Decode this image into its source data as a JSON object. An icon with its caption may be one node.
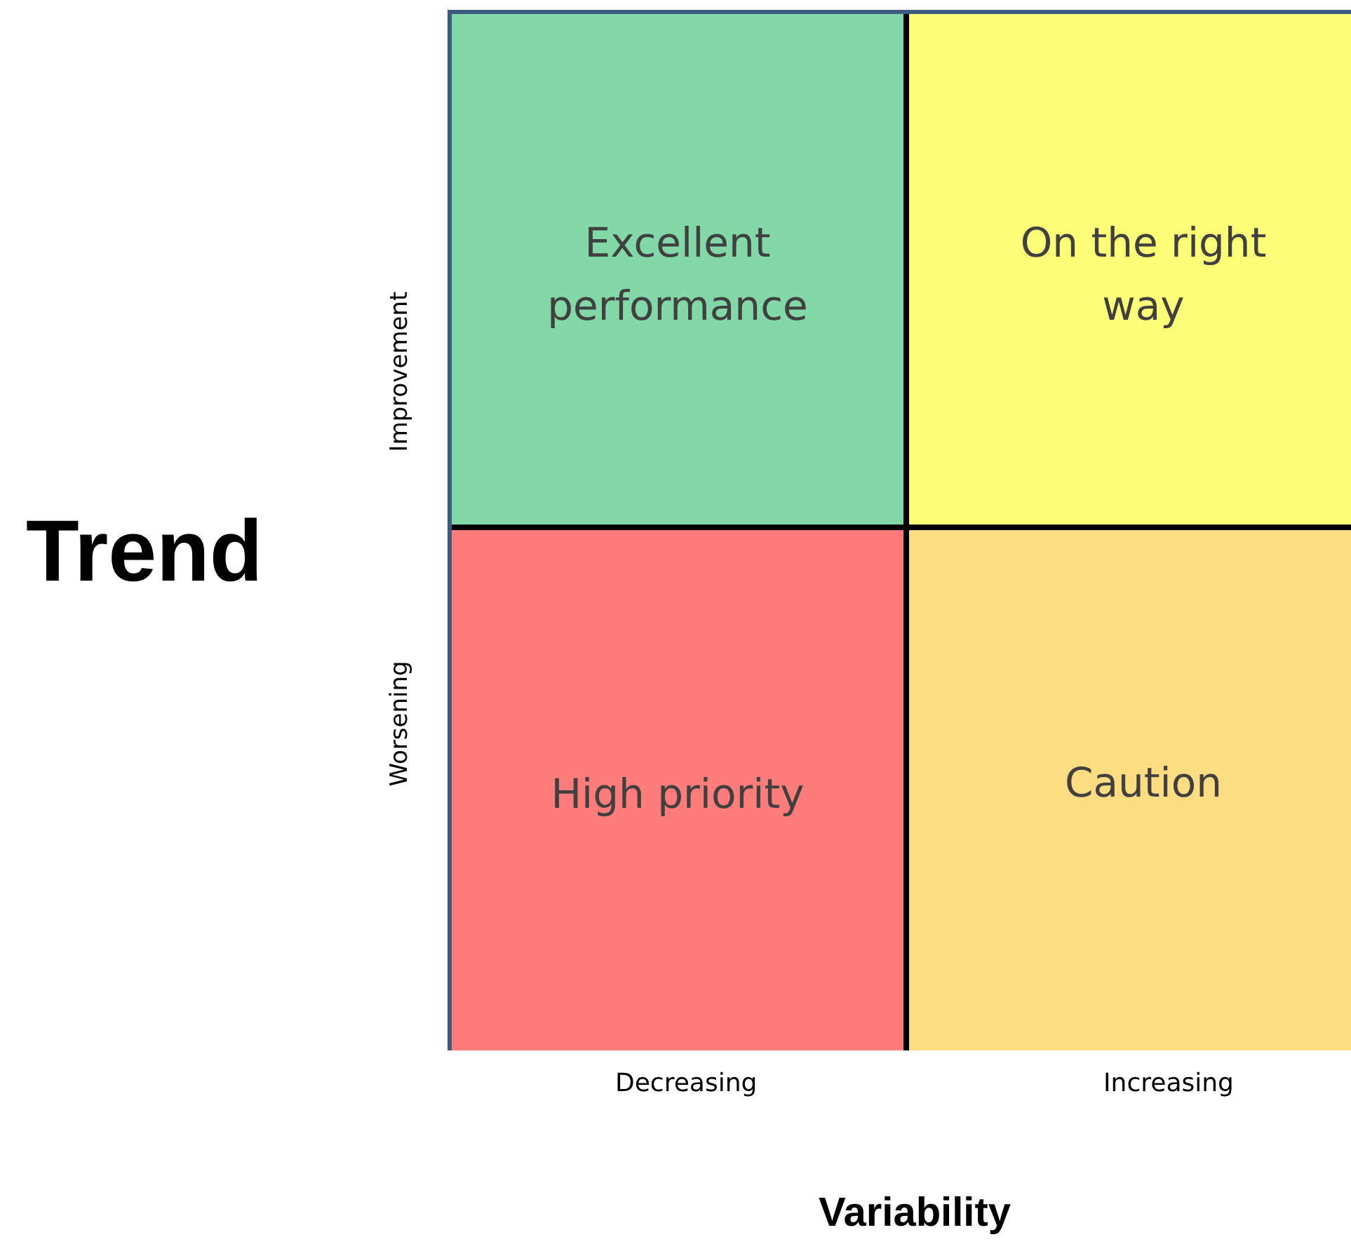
{
  "diagram": {
    "nodes": [
      {
        "text": [
          "Excellent performance"
        ]
      },
      {
        "text": [
          "On the right way"
        ]
      },
      {
        "text": [
          "High priority"
        ]
      },
      {
        "text": [
          "Caution"
        ]
      }
    ],
    "labels": [
      "Trend",
      "Improvement",
      "Worsening",
      "Decreasing",
      "Increasing",
      "Variability"
    ]
  }
}
